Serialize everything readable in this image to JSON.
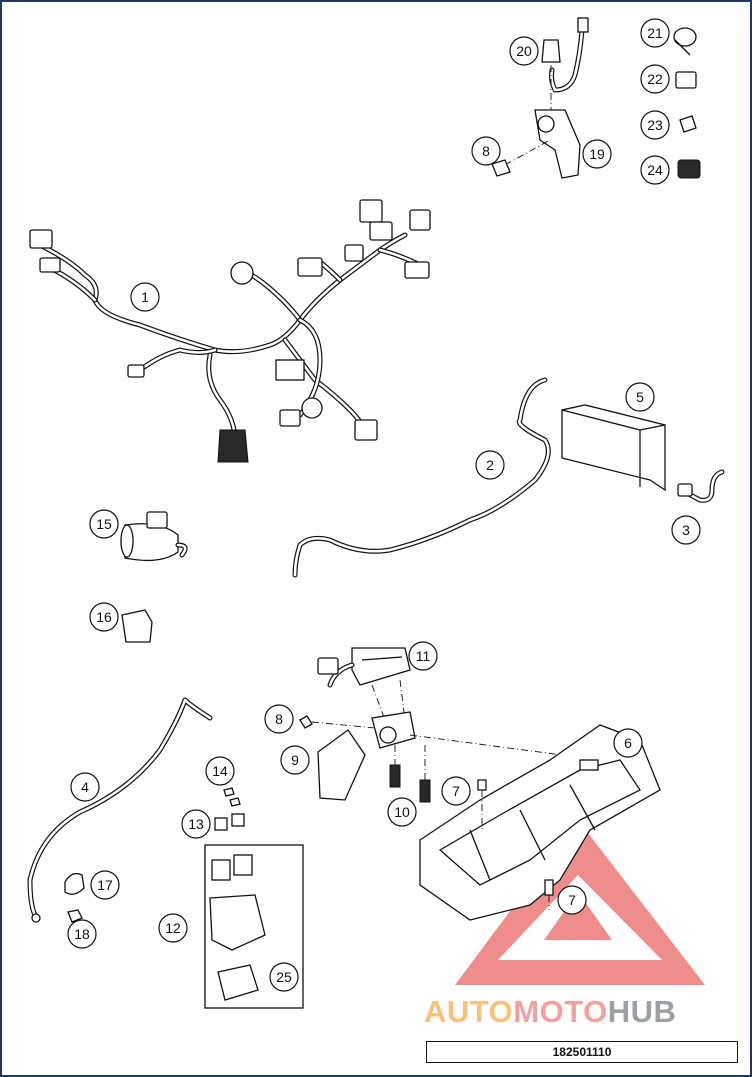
{
  "drawing_number": "182501110",
  "watermark": {
    "part1": "AUTO",
    "part2": "MOTO",
    "part3": "HUB",
    "color_auto": "#f6c27c",
    "color_moto": "#f2a0a0",
    "color_hub": "#9aa0a6",
    "triangle_color": "#e85c5c"
  },
  "callouts": [
    "1",
    "2",
    "3",
    "4",
    "5",
    "6",
    "7",
    "7",
    "8",
    "8",
    "9",
    "10",
    "11",
    "12",
    "13",
    "14",
    "15",
    "16",
    "17",
    "18",
    "19",
    "20",
    "21",
    "22",
    "23",
    "24",
    "25"
  ]
}
